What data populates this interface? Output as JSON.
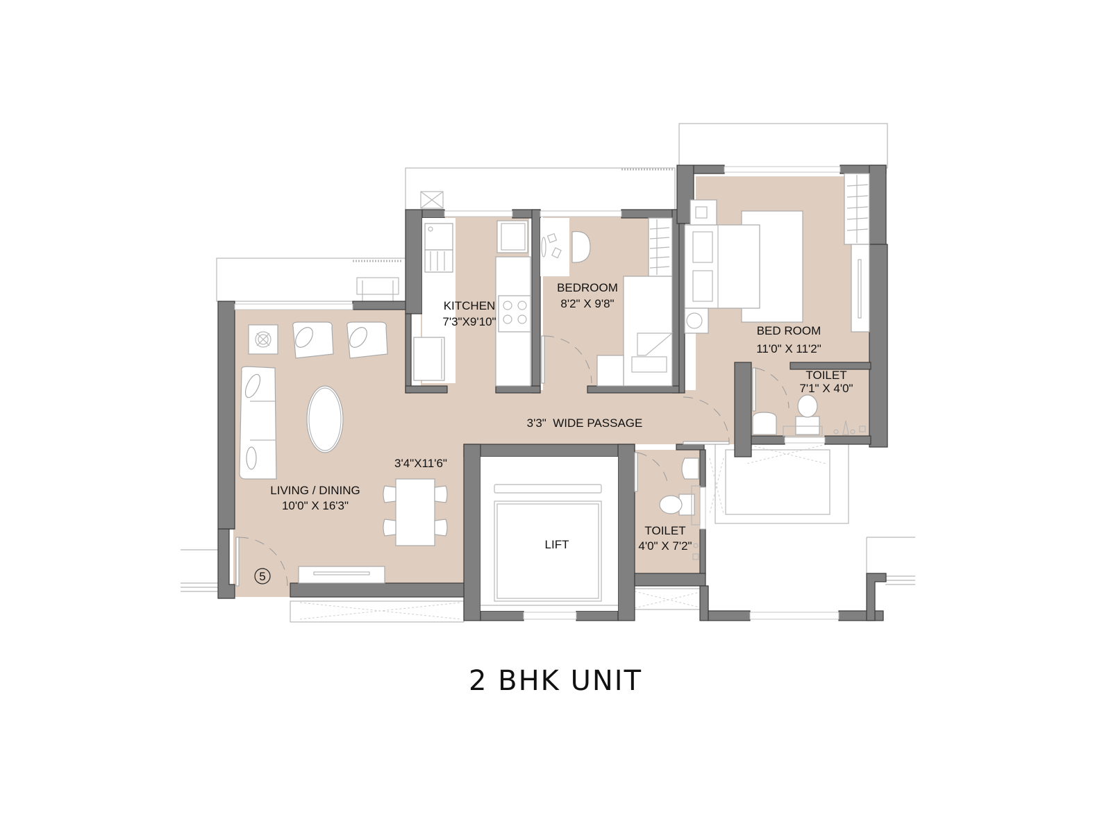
{
  "title": "2 BHK UNIT",
  "colors": {
    "floor": "#dfcdbf",
    "wall": "#808080",
    "wall_outline": "#3a3a3a",
    "fixture_line": "#b8b8b8",
    "background": "#ffffff"
  },
  "rooms": {
    "kitchen": {
      "name": "KITCHEN",
      "size": "7'3\"X9'10\""
    },
    "bedroom": {
      "name": "BEDROOM",
      "size": "8'2\" X 9'8\""
    },
    "master_bedroom": {
      "name": "BED ROOM",
      "size": "11'0\" X 11'2\""
    },
    "toilet_master": {
      "name": "TOILET",
      "size": "7'1\" X 4'0\""
    },
    "passage": {
      "label": "3'3\"  WIDE PASSAGE"
    },
    "dining": {
      "size": "3'4\"X11'6\""
    },
    "living": {
      "name": "LIVING / DINING",
      "size": "10'0\" X 16'3\""
    },
    "toilet_common": {
      "name": "TOILET",
      "size": "4'0\" X 7'2\""
    },
    "lift": {
      "name": "LIFT"
    }
  },
  "markers": {
    "entrance_number": "5"
  },
  "icons": [
    "sofa-icon",
    "armchair-icon",
    "plant-icon",
    "coffee-table-icon",
    "dining-table-icon",
    "chair-icon",
    "tv-unit-icon",
    "sink-icon",
    "stove-icon",
    "fridge-icon",
    "bed-icon",
    "wardrobe-icon",
    "study-desk-icon",
    "office-chair-icon",
    "toilet-icon",
    "washbasin-icon",
    "door-swing-icon",
    "window-icon",
    "lift-car-icon"
  ]
}
